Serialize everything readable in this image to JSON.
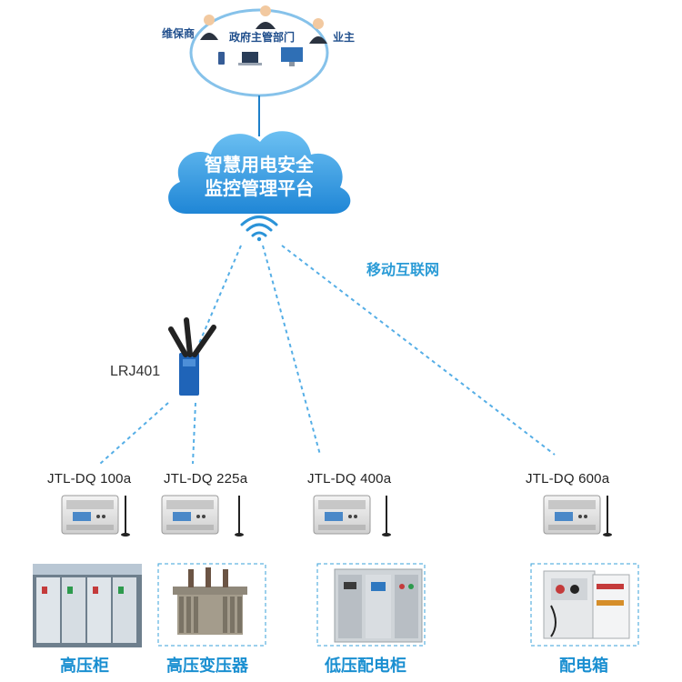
{
  "users": {
    "maintainer": "维保商",
    "government": "政府主管部门",
    "owner": "业主"
  },
  "platform": {
    "line1": "智慧用电安全",
    "line2": "监控管理平台"
  },
  "network": {
    "label": "移动互联网"
  },
  "router": {
    "label": "LRJ401"
  },
  "devices": [
    {
      "model": "JTL-DQ 100a",
      "site": "高压柜"
    },
    {
      "model": "JTL-DQ 225a",
      "site": "高压变压器"
    },
    {
      "model": "JTL-DQ 400a",
      "site": "低压配电柜"
    },
    {
      "model": "JTL-DQ 600a",
      "site": "配电箱"
    }
  ],
  "colors": {
    "cloud": "#2f97e0",
    "link": "#55aee6",
    "site_text": "#1a8fd1"
  }
}
